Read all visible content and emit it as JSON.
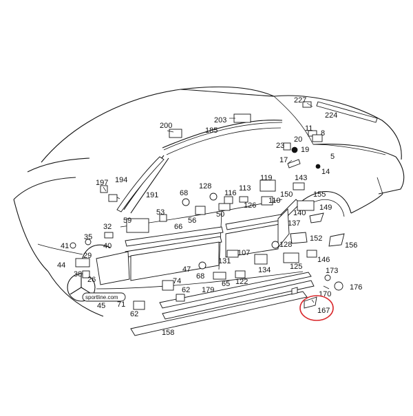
{
  "diagram": {
    "emblem_text": "sportline.com",
    "highlight_color": "#d9262a",
    "callouts": [
      {
        "id": "227",
        "text": "227"
      },
      {
        "id": "224",
        "text": "224"
      },
      {
        "id": "200",
        "text": "200"
      },
      {
        "id": "203",
        "text": "203"
      },
      {
        "id": "185",
        "text": "185"
      },
      {
        "id": "11",
        "text": "11"
      },
      {
        "id": "8",
        "text": "8"
      },
      {
        "id": "20",
        "text": "20"
      },
      {
        "id": "23",
        "text": "23"
      },
      {
        "id": "19",
        "text": "19"
      },
      {
        "id": "17",
        "text": "17"
      },
      {
        "id": "5",
        "text": "5"
      },
      {
        "id": "14",
        "text": "14"
      },
      {
        "id": "197",
        "text": "197"
      },
      {
        "id": "194",
        "text": "194"
      },
      {
        "id": "191",
        "text": "191"
      },
      {
        "id": "68a",
        "text": "68"
      },
      {
        "id": "128a",
        "text": "128"
      },
      {
        "id": "116",
        "text": "116"
      },
      {
        "id": "113",
        "text": "113"
      },
      {
        "id": "119",
        "text": "119"
      },
      {
        "id": "143",
        "text": "143"
      },
      {
        "id": "150",
        "text": "150"
      },
      {
        "id": "155",
        "text": "155"
      },
      {
        "id": "110",
        "text": "110"
      },
      {
        "id": "149",
        "text": "149"
      },
      {
        "id": "53",
        "text": "53"
      },
      {
        "id": "56",
        "text": "56"
      },
      {
        "id": "50",
        "text": "50"
      },
      {
        "id": "126",
        "text": "126"
      },
      {
        "id": "140",
        "text": "140"
      },
      {
        "id": "59",
        "text": "59"
      },
      {
        "id": "66",
        "text": "66"
      },
      {
        "id": "137",
        "text": "137"
      },
      {
        "id": "32",
        "text": "32"
      },
      {
        "id": "35",
        "text": "35"
      },
      {
        "id": "41",
        "text": "41"
      },
      {
        "id": "29",
        "text": "29"
      },
      {
        "id": "40",
        "text": "40"
      },
      {
        "id": "152",
        "text": "152"
      },
      {
        "id": "128b",
        "text": "128"
      },
      {
        "id": "156",
        "text": "156"
      },
      {
        "id": "44",
        "text": "44"
      },
      {
        "id": "107",
        "text": "107"
      },
      {
        "id": "131",
        "text": "131"
      },
      {
        "id": "146",
        "text": "146"
      },
      {
        "id": "38",
        "text": "38"
      },
      {
        "id": "47",
        "text": "47"
      },
      {
        "id": "134",
        "text": "134"
      },
      {
        "id": "125",
        "text": "125"
      },
      {
        "id": "173",
        "text": "173"
      },
      {
        "id": "26",
        "text": "26"
      },
      {
        "id": "68b",
        "text": "68"
      },
      {
        "id": "74",
        "text": "74"
      },
      {
        "id": "65",
        "text": "65"
      },
      {
        "id": "122",
        "text": "122"
      },
      {
        "id": "176",
        "text": "176"
      },
      {
        "id": "62a",
        "text": "62"
      },
      {
        "id": "179",
        "text": "179"
      },
      {
        "id": "170",
        "text": "170"
      },
      {
        "id": "71",
        "text": "71"
      },
      {
        "id": "45",
        "text": "45"
      },
      {
        "id": "167",
        "text": "167"
      },
      {
        "id": "62b",
        "text": "62"
      },
      {
        "id": "158",
        "text": "158"
      }
    ]
  }
}
